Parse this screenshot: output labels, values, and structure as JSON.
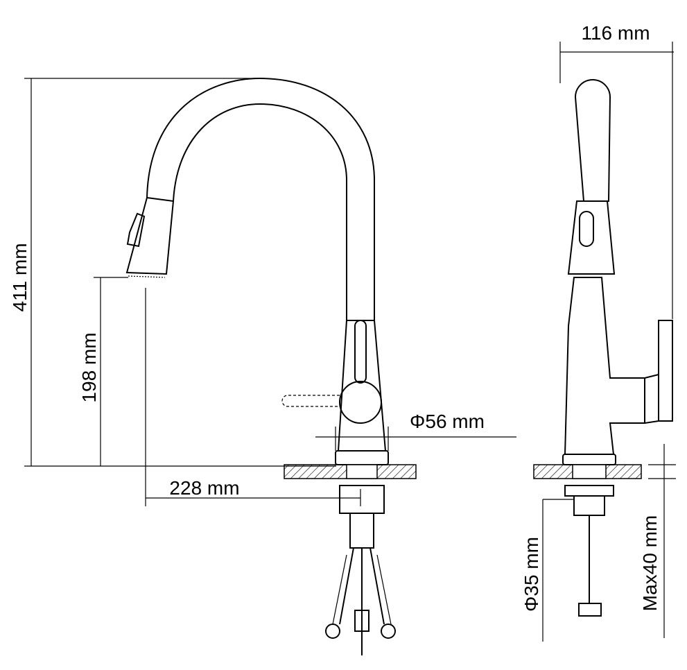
{
  "dimensions": {
    "side_width": "116 mm",
    "total_height": "411 mm",
    "spout_height": "198 mm",
    "spout_reach": "228 mm",
    "base_diameter": "Φ56 mm",
    "hole_diameter": "Φ35 mm",
    "max_counter_thickness": "Max40 mm"
  }
}
